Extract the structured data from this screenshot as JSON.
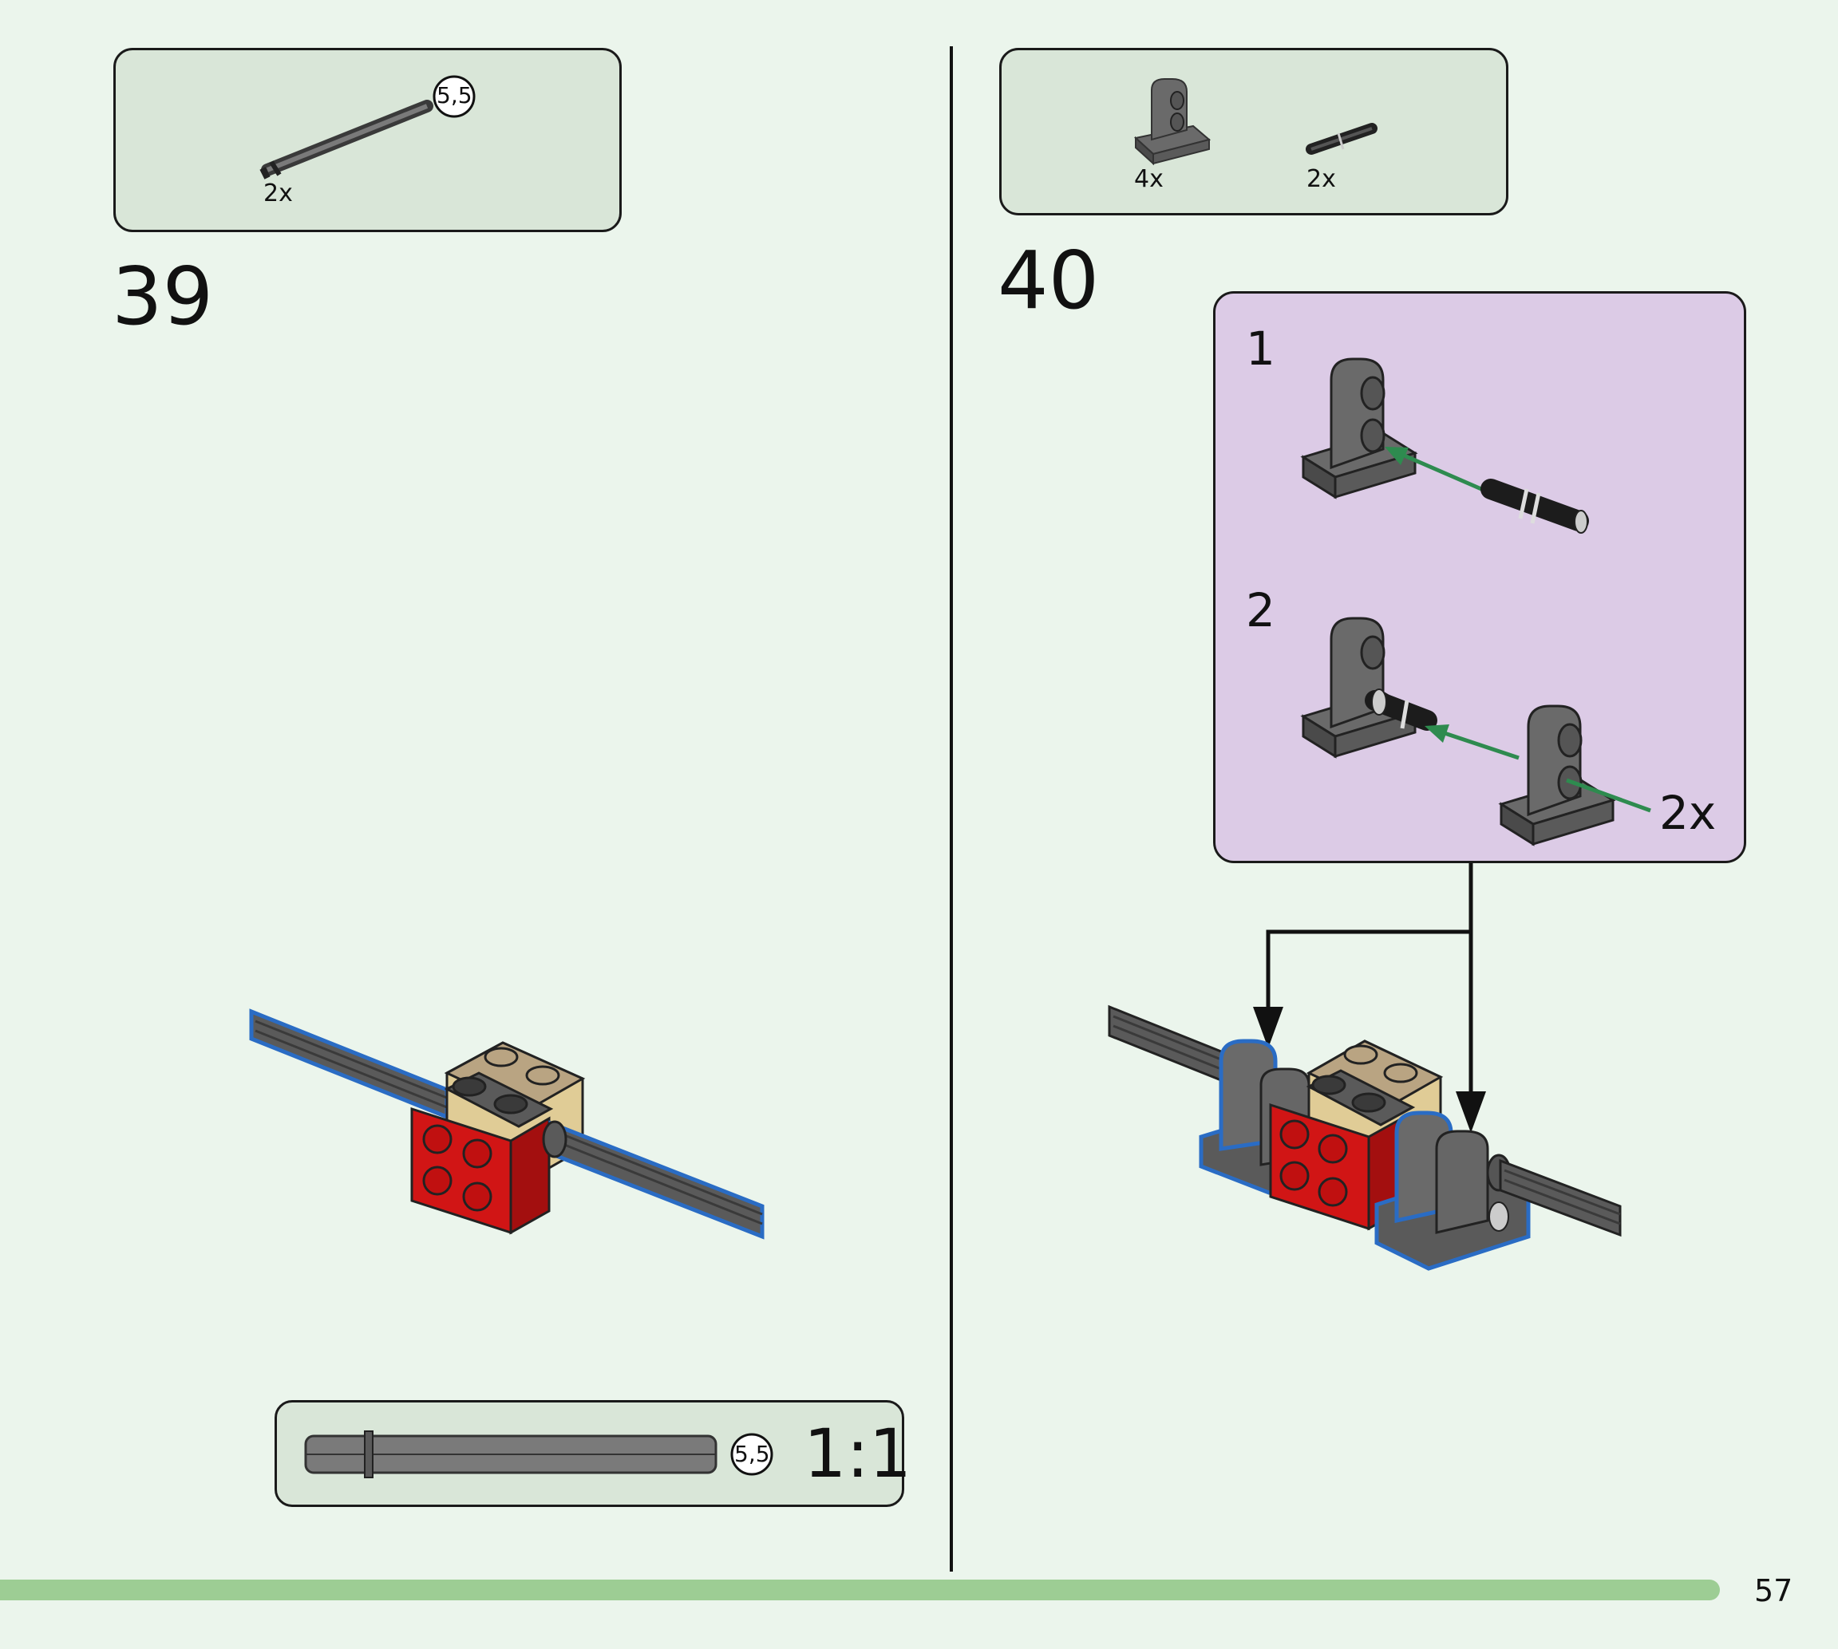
{
  "steps": [
    {
      "number": "39",
      "parts": [
        {
          "name": "axle-length-5-5",
          "quantity": "2x",
          "length_label": "5,5"
        }
      ],
      "scale_callout": {
        "length_label": "5,5",
        "ratio": "1:1"
      }
    },
    {
      "number": "40",
      "parts": [
        {
          "name": "axle-bearing-block",
          "quantity": "4x"
        },
        {
          "name": "connector-pin",
          "quantity": "2x"
        }
      ],
      "sub_assembly": {
        "substeps": [
          "1",
          "2"
        ],
        "repeat": "2x"
      }
    }
  ],
  "page_number": "57",
  "colors": {
    "page_bg": "#ebf5ec",
    "parts_box_bg": "#d9e6d8",
    "subassembly_bg": "#dccbe6",
    "footer_bar": "#9dcd94",
    "arrow_green": "#2e8b4f",
    "brick_red": "#d11515",
    "brick_tan": "#e0cc96",
    "part_dark_gray": "#5a5a5a",
    "highlight_blue": "#2a6cc4"
  }
}
